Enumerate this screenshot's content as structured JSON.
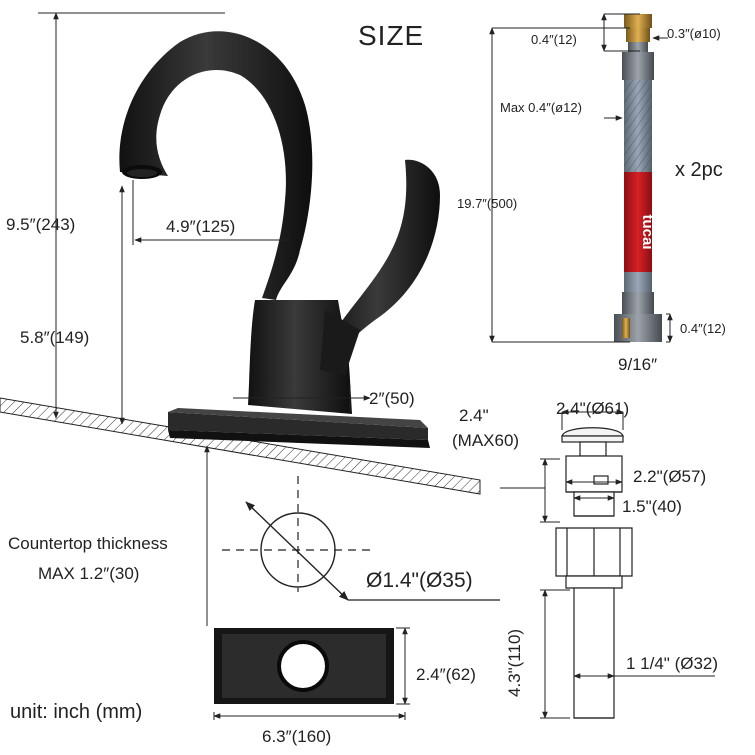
{
  "title": "SIZE",
  "unit": "unit: inch (mm)",
  "faucet": {
    "height": "9.5″(243)",
    "reach": "4.9″(125)",
    "spout_height": "5.8″(149)",
    "base_diameter": "2″(50)"
  },
  "hose": {
    "top_length": "0.4″(12)",
    "top_diameter": "0.3″(ø10)",
    "max_diameter": "Max 0.4″(ø12)",
    "length": "19.7″(500)",
    "quantity": "x 2pc",
    "bottom_length": "0.4″(12)",
    "thread": "9/16″",
    "brand": "tucai"
  },
  "countertop": {
    "label_line1": "Countertop thickness",
    "label_line2": "MAX 1.2″(30)"
  },
  "hole": {
    "diameter": "Ø1.4\"(Ø35)"
  },
  "deck_plate": {
    "width": "6.3″(160)",
    "height": "2.4″(62)"
  },
  "drain": {
    "cap_height_line1": "2.4\"",
    "cap_height_line2": "(MAX60)",
    "cap_diameter": "2.4\"(Ø61)",
    "body_diameter": "2.2\"(Ø57)",
    "thread_diameter": "1.5\"(40)",
    "tail_diameter": "1 1/4\" (Ø32)",
    "tail_length": "4.3\"(110)"
  },
  "colors": {
    "faucet": "#1c1c1c",
    "hose_braid": "#7d8a99",
    "hose_label": "#c8161d",
    "fitting": "#b8862e"
  }
}
